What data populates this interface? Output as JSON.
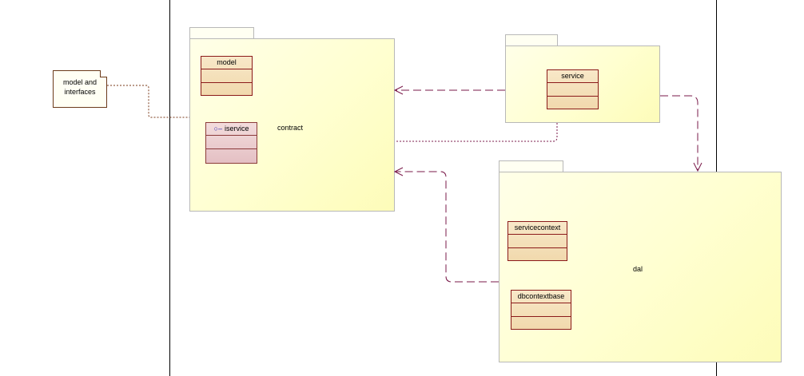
{
  "note": {
    "text_line1": "model and",
    "text_line2": "interfaces"
  },
  "packages": {
    "contract": {
      "name": "contract"
    },
    "service_pkg": {
      "name": ""
    },
    "dal": {
      "name": "dal"
    }
  },
  "classes": {
    "model": {
      "name": "model"
    },
    "iservice": {
      "name": "iservice",
      "stereotype_glyph": "○–"
    },
    "service": {
      "name": "service"
    },
    "servicecontext": {
      "name": "servicecontext"
    },
    "dbcontextbase": {
      "name": "dbcontextbase"
    }
  },
  "colors": {
    "dependency": "#7a1a4a",
    "note_link": "#7a3a1a",
    "class_border": "#8b1a1a"
  }
}
